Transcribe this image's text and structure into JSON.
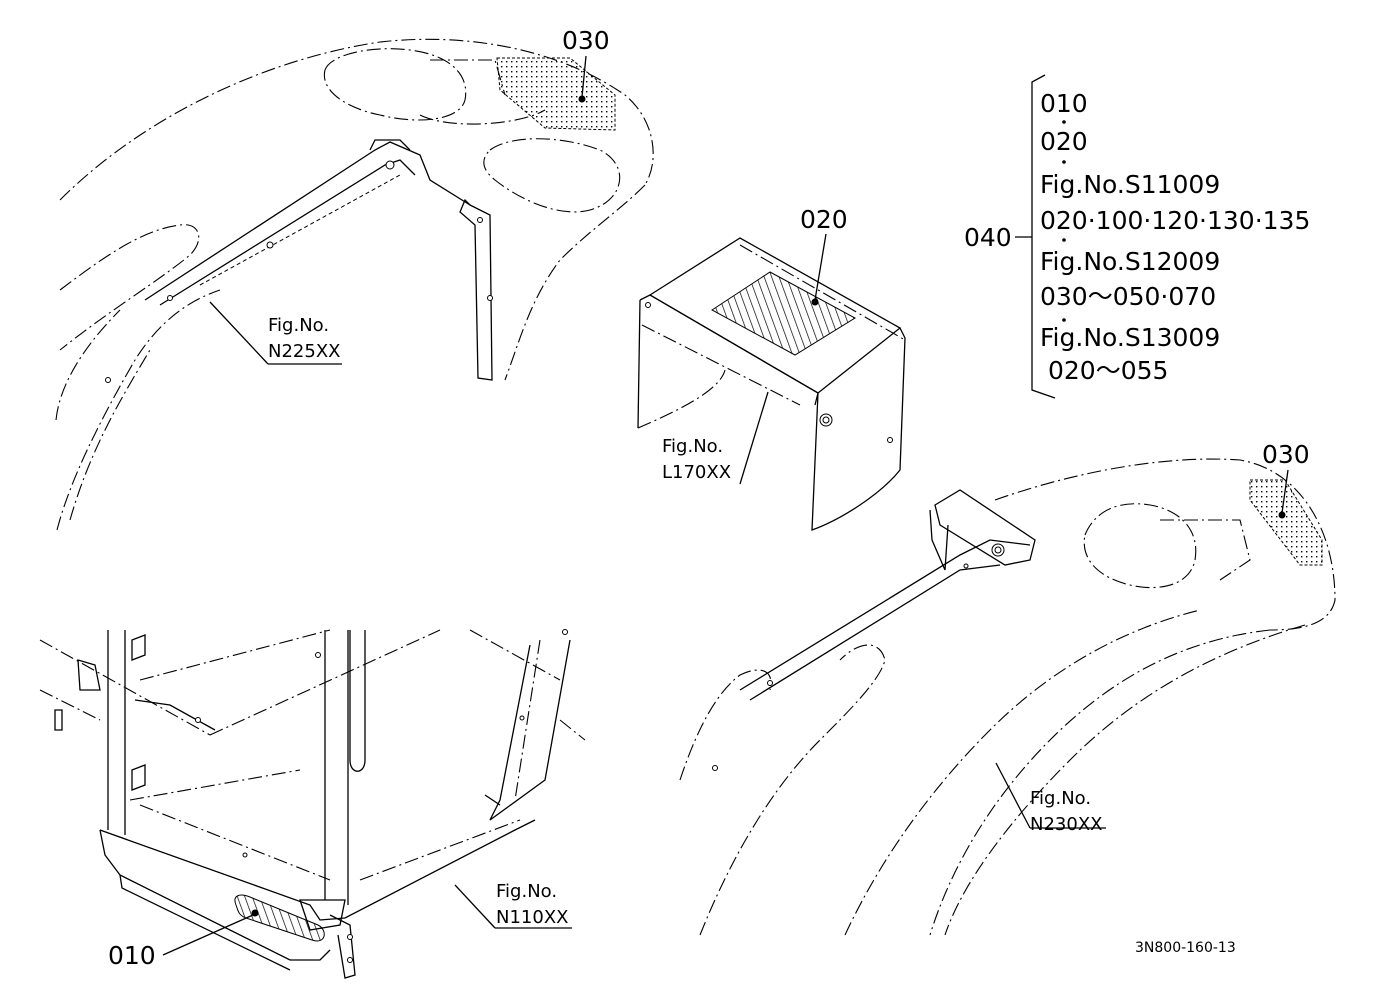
{
  "labels": {
    "part_030_top": "030",
    "part_020": "020",
    "part_030_right": "030",
    "part_040": "040",
    "part_010": "010",
    "fig_n225_line1": "Fig.No.",
    "fig_n225_line2": "N225XX",
    "fig_l170_line1": "Fig.No.",
    "fig_l170_line2": "L170XX",
    "fig_n230_line1": "Fig.No.",
    "fig_n230_line2": "N230XX",
    "fig_n110_line1": "Fig.No.",
    "fig_n110_line2": "N110XX",
    "drawing_number": "3N800-160-13"
  },
  "legend": {
    "items": [
      "010",
      "020",
      "Fig.No.S11009",
      "020·100·120·130·135",
      "Fig.No.S12009",
      "030～050·070",
      "Fig.No.S13009",
      "020～055"
    ]
  }
}
